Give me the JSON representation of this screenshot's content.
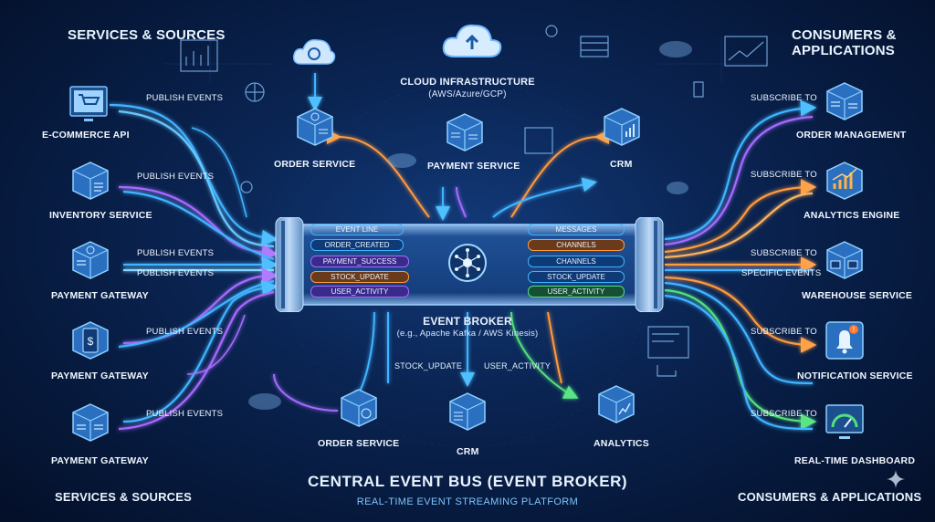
{
  "headers": {
    "left_top": "SERVICES & SOURCES",
    "right_top": "CONSUMERS & APPLICATIONS",
    "left_bottom": "SERVICES & SOURCES",
    "right_bottom": "CONSUMERS & APPLICATIONS"
  },
  "cloud": {
    "title": "CLOUD INFRASTRUCTURE",
    "subtitle": "(AWS/Azure/GCP)"
  },
  "sources": [
    {
      "label": "E-COMMERCE API",
      "action": "PUBLISH EVENTS",
      "icon": "cart-icon"
    },
    {
      "label": "INVENTORY SERVICE",
      "action": "PUBLISH EVENTS",
      "icon": "server-cube-icon"
    },
    {
      "label": "PAYMENT GATEWAY",
      "action": "PUBLISH EVENTS",
      "action2": "PUBLISH EVENTS",
      "icon": "server-cube-icon"
    },
    {
      "label": "PAYMENT GATEWAY",
      "action": "PUBLISH EVENTS",
      "icon": "dollar-phone-icon"
    },
    {
      "label": "PAYMENT GATEWAY",
      "action": "PUBLISH EVENTS",
      "icon": "server-cube-icon"
    }
  ],
  "consumers": [
    {
      "label": "ORDER MANAGEMENT",
      "action": "SUBSCRIBE TO",
      "icon": "server-cube-icon"
    },
    {
      "label": "ANALYTICS ENGINE",
      "action": "SUBSCRIBE TO",
      "icon": "chart-cube-icon"
    },
    {
      "label": "WAREHOUSE SERVICE",
      "action": "SUBSCRIBE TO",
      "action2": "SPECIFIC EVENTS",
      "icon": "warehouse-cube-icon"
    },
    {
      "label": "NOTIFICATION SERVICE",
      "action": "SUBSCRIBE TO",
      "icon": "bell-icon"
    },
    {
      "label": "REAL-TIME DASHBOARD",
      "action": "SUBSCRIBE TO",
      "icon": "dashboard-icon"
    }
  ],
  "top_services": [
    {
      "label": "ORDER SERVICE"
    },
    {
      "label": "PAYMENT SERVICE"
    },
    {
      "label": "CRM"
    }
  ],
  "bottom_services": [
    {
      "label": "ORDER SERVICE"
    },
    {
      "label": "CRM"
    },
    {
      "label": "ANALYTICS"
    }
  ],
  "broker": {
    "left_channels": [
      "EVENT LINE",
      "ORDER_CREATED",
      "PAYMENT_SUCCESS",
      "STOCK_UPDATE",
      "USER_ACTIVITY"
    ],
    "right_channels": [
      "MESSAGES",
      "CHANNELS",
      "CHANNELS",
      "STOCK_UPDATE",
      "USER_ACTIVITY"
    ],
    "label": "EVENT BROKER",
    "sublabel": "(e.g., Apache Kafka / AWS Kinesis)",
    "out_left": "STOCK_UPDATE",
    "out_right": "USER_ACTIVITY"
  },
  "footer": {
    "title": "CENTRAL EVENT BUS (EVENT BROKER)",
    "subtitle": "REAL-TIME EVENT STREAMING PLATFORM"
  },
  "colors": {
    "blue": "#3fb4ff",
    "purple": "#a56bff",
    "orange": "#ff9a3c",
    "green": "#52e07a",
    "pipe": "#5d8fc7"
  }
}
